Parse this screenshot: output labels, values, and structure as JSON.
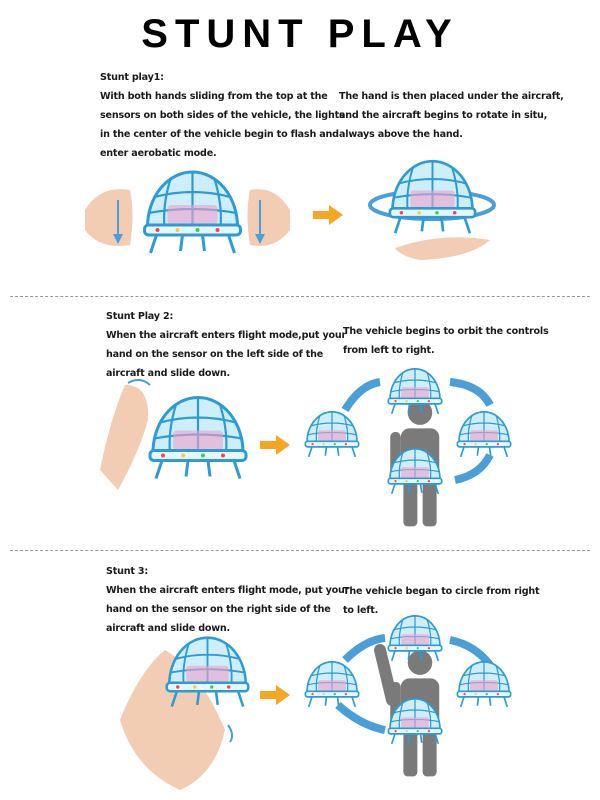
{
  "title": "STUNT PLAY",
  "sections": [
    {
      "heading": "Stunt play1:",
      "left_lines": [
        "With both hands sliding from the top at the",
        "sensors on both sides of the vehicle, the lights",
        "in the center of the vehicle begin to flash and",
        "enter aerobatic mode."
      ],
      "right_lines": [
        "The hand is then placed under the aircraft,",
        "and the aircraft begins to rotate in situ,",
        "always above the hand."
      ]
    },
    {
      "heading": "Stunt Play 2:",
      "left_lines": [
        "When the aircraft enters flight mode,put your",
        "hand on the sensor on the left side of the",
        "aircraft and slide down."
      ],
      "right_lines": [
        "The vehicle begins to orbit the controls",
        "from left to right."
      ]
    },
    {
      "heading": "Stunt 3:",
      "left_lines": [
        "When the aircraft enters flight mode, put your",
        "hand on the sensor on the right side of the",
        "aircraft and slide down."
      ],
      "right_lines": [
        "The vehicle began to circle from right",
        "to left."
      ]
    }
  ],
  "colors": {
    "drone": "#3fa9dc",
    "arrow_orange": "#f5a623",
    "arrow_blue": "#4a9fd8",
    "person": "#7a7a7a",
    "skin": "#f2cdb4"
  }
}
